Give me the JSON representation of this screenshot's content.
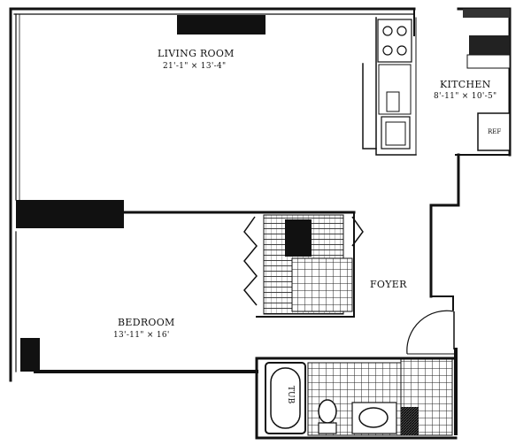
{
  "plan": {
    "rooms": [
      {
        "id": "living",
        "name": "LIVING ROOM",
        "dims": "21'-1\" × 13'-4\""
      },
      {
        "id": "kitchen",
        "name": "KITCHEN",
        "dims": "8'-11\" × 10'-5\""
      },
      {
        "id": "bedroom",
        "name": "BEDROOM",
        "dims": "13'-11\" × 16'"
      },
      {
        "id": "foyer",
        "name": "FOYER",
        "dims": ""
      }
    ],
    "fixtures": {
      "refrigerator_label": "REF",
      "tub_label": "TUB"
    }
  }
}
